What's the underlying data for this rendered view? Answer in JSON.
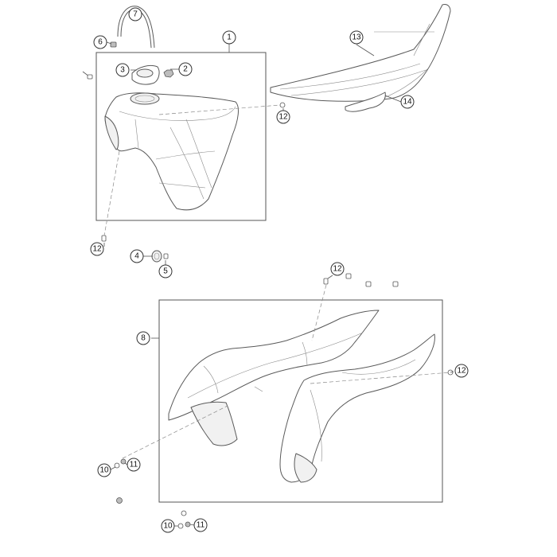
{
  "callouts": {
    "c1": "1",
    "c2": "2",
    "c3": "3",
    "c4": "4",
    "c5": "5",
    "c6": "6",
    "c7": "7",
    "c8": "8",
    "c9": "10",
    "c10": "11",
    "c11": "12",
    "c12": "13",
    "c13": "14"
  }
}
